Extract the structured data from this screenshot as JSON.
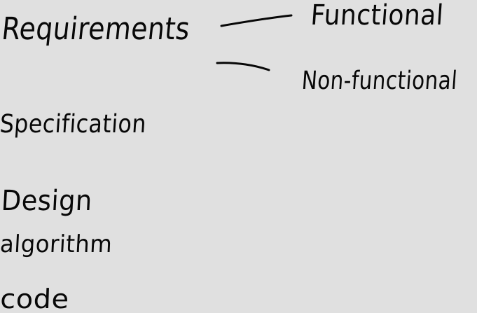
{
  "ink_color": "#080808",
  "background_color": "#e0e0e0",
  "notes": {
    "requirements": "Requirements",
    "functional": "Functional",
    "non_functional": "Non-functional",
    "specification": "Specification",
    "design": "Design",
    "algorithm": "algorithm",
    "code": "code"
  }
}
